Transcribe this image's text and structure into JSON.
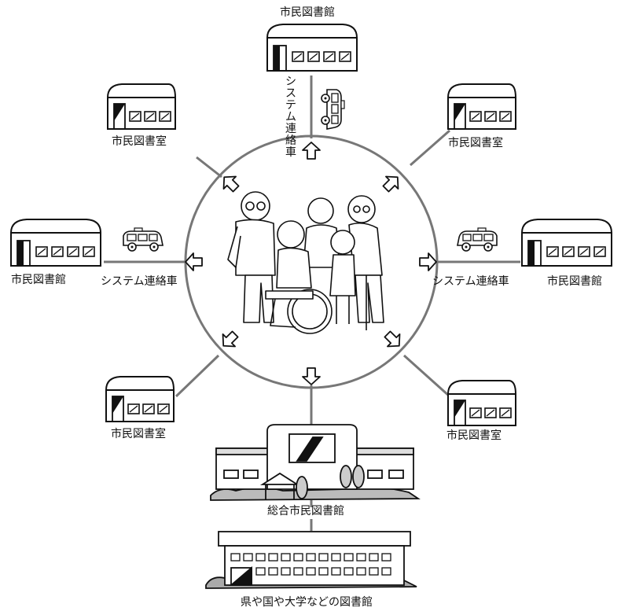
{
  "diagram": {
    "top_library_label": "市民図書館",
    "top_vehicle_label": "システム連絡車",
    "left_library_label": "市民図書館",
    "left_vehicle_label": "システム連絡車",
    "right_library_label": "市民図書館",
    "right_vehicle_label": "システム連絡車",
    "room_upper_left_label": "市民図書室",
    "room_upper_right_label": "市民図書室",
    "room_lower_left_label": "市民図書室",
    "room_lower_right_label": "市民図書室",
    "central_library_label": "総合市民図書館",
    "national_library_label": "県や国や大学などの図書館"
  }
}
